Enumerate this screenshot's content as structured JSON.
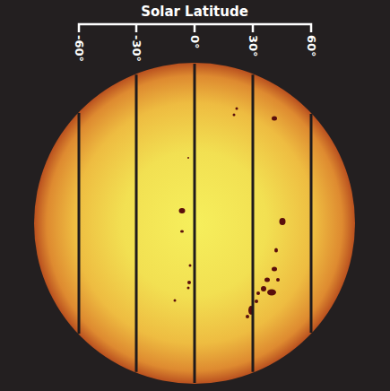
{
  "diagram": {
    "title": "Solar Latitude",
    "labels": [
      "-60°",
      "-30°",
      "0°",
      "30°",
      "60°"
    ]
  }
}
